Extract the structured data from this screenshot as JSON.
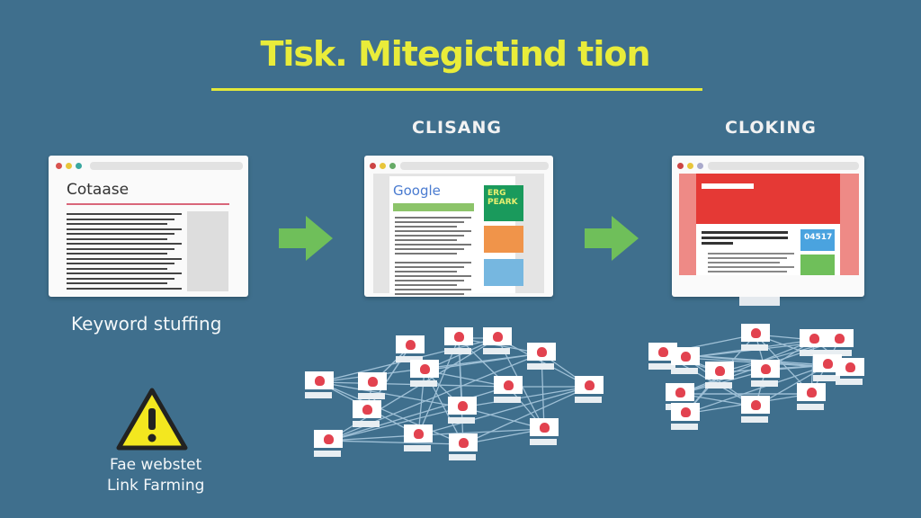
{
  "title": "Tisk. Mitegictind tion",
  "sections": {
    "middle_heading": "CLISANG",
    "right_heading": "CLOKING"
  },
  "panels": {
    "left": {
      "brand": "Cotaase",
      "caption": "Keyword stuffing"
    },
    "middle": {
      "logo": "Google",
      "ad_text": "ERG PEARK"
    },
    "right": {
      "badge": "04517"
    }
  },
  "warning": {
    "icon": "warning-icon",
    "line1": "Fae webstet",
    "line2": "Link Farming"
  },
  "colors": {
    "background": "#3f6f8d",
    "title": "#e9ec3a",
    "arrow": "#6fbf5a",
    "accent_red": "#e53935"
  }
}
